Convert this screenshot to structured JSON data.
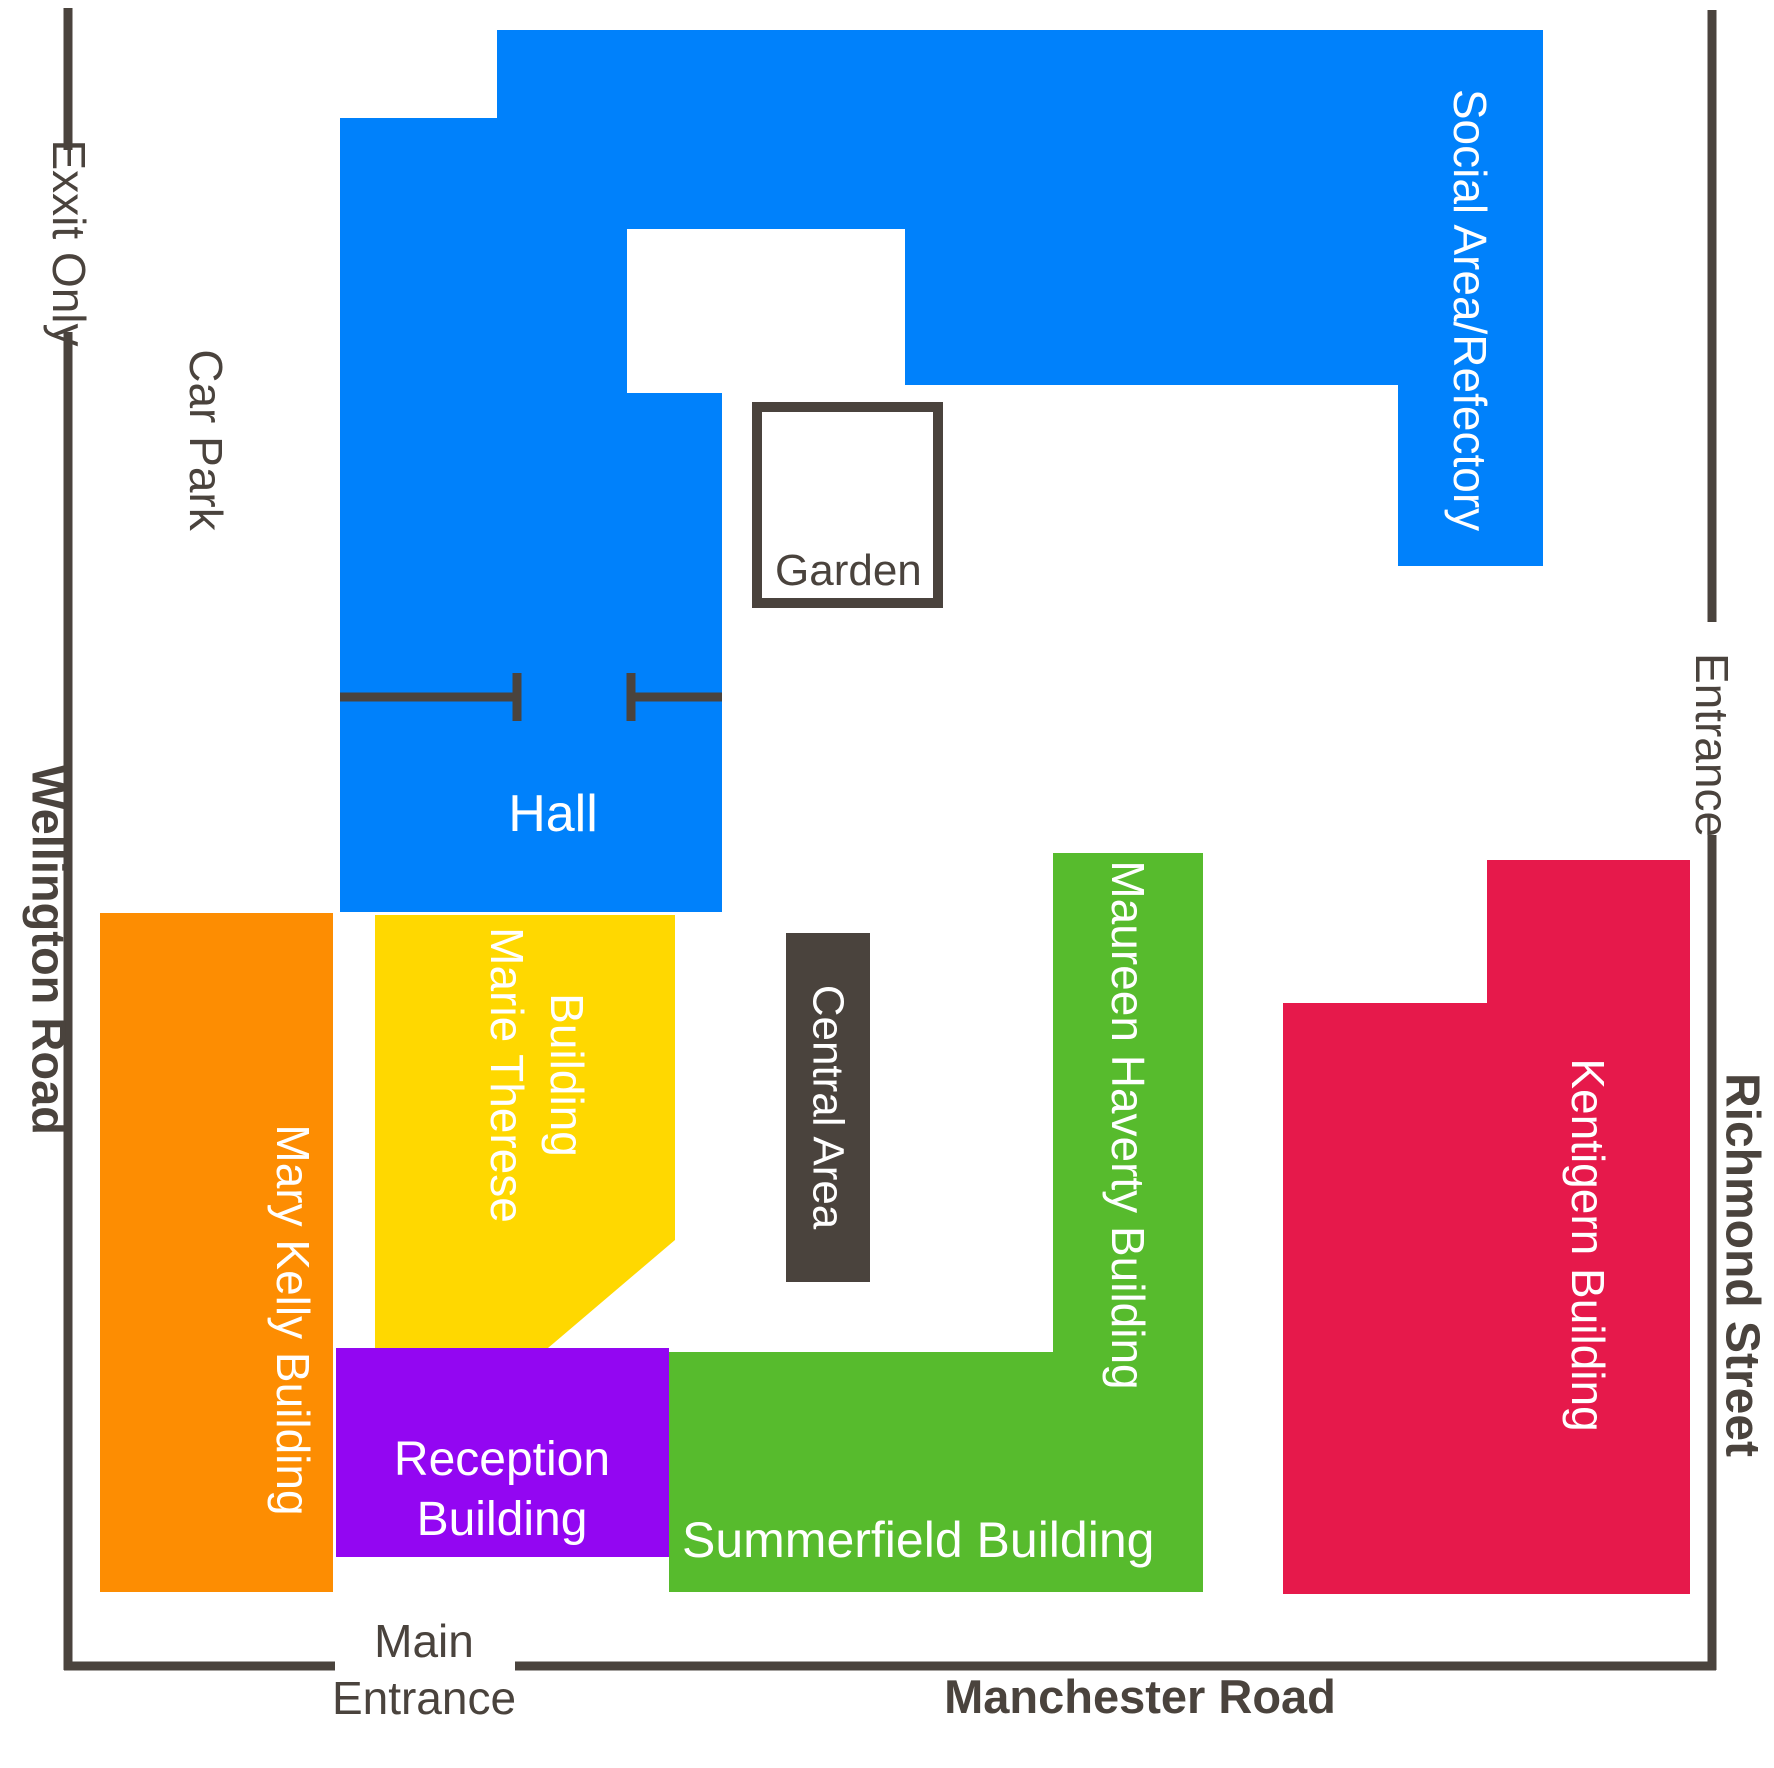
{
  "colors": {
    "blue": "#0081FB",
    "orange": "#FD8D02",
    "yellow": "#FFD800",
    "purple": "#9306F2",
    "green": "#57BB2D",
    "red": "#E6194B",
    "dark": "#4A433D",
    "white": "#FFFFFF"
  },
  "roads": {
    "exit_only": "Exxit Only",
    "car_park": "Car Park",
    "wellington_road": "Wellington Road",
    "manchester_road": "Manchester Road",
    "richmond_street": "Richmond Street",
    "entrance": "Entrance",
    "main_entrance_line1": "Main",
    "main_entrance_line2": "Entrance"
  },
  "buildings": {
    "social_area": "Social Area/Refectory",
    "hall": "Hall",
    "garden": "Garden",
    "marie_therese_line1": "Marie Therese",
    "marie_therese_line2": "Building",
    "mary_kelly": "Mary Kelly Building",
    "reception_line1": "Reception",
    "reception_line2": "Building",
    "central_area": "Central Area",
    "summerfield": "Summerfield Building",
    "maureen_haverty": "Maureen Haverty Building",
    "kentigern": "Kentigern Building"
  }
}
